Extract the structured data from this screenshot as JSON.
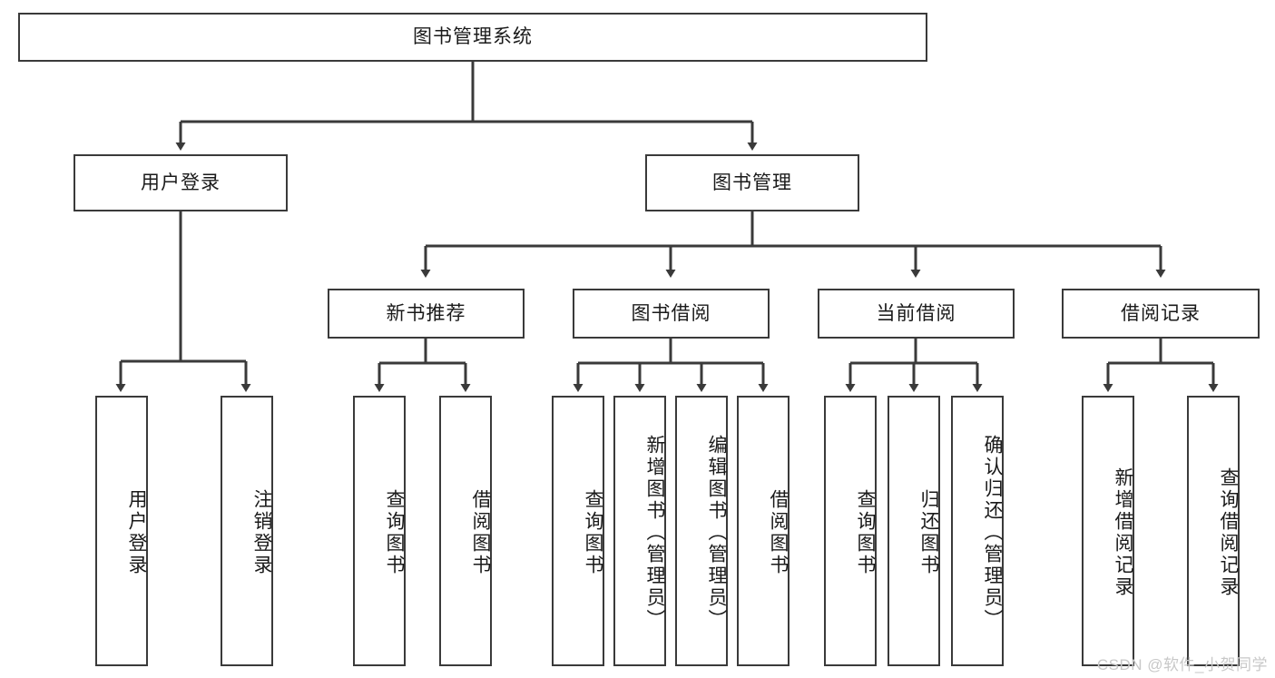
{
  "diagram": {
    "title": "图书管理系统",
    "type": "hierarchy-tree",
    "root": {
      "label": "图书管理系统"
    },
    "level1": [
      {
        "label": "用户登录"
      },
      {
        "label": "图书管理"
      }
    ],
    "level2": [
      {
        "label": "新书推荐"
      },
      {
        "label": "图书借阅"
      },
      {
        "label": "当前借阅"
      },
      {
        "label": "借阅记录"
      }
    ],
    "leaves": {
      "user_login": [
        {
          "label": "用户登录"
        },
        {
          "label": "注销登录"
        }
      ],
      "new_book_recommend": [
        {
          "label": "查询图书"
        },
        {
          "label": "借阅图书"
        }
      ],
      "book_borrow": [
        {
          "label": "查询图书"
        },
        {
          "label": "新增图书（管理员）"
        },
        {
          "label": "编辑图书（管理员）"
        },
        {
          "label": "借阅图书"
        }
      ],
      "current_borrow": [
        {
          "label": "查询图书"
        },
        {
          "label": "归还图书"
        },
        {
          "label": "确认归还（管理员）"
        }
      ],
      "borrow_record": [
        {
          "label": "新增借阅记录"
        },
        {
          "label": "查询借阅记录"
        }
      ]
    }
  },
  "watermark": {
    "text": "CSDN @软件_小贺同学"
  },
  "colors": {
    "border": "#3a3a3a",
    "text": "#1a1a1a",
    "background": "#ffffff",
    "watermark": "#c8c8c8"
  }
}
